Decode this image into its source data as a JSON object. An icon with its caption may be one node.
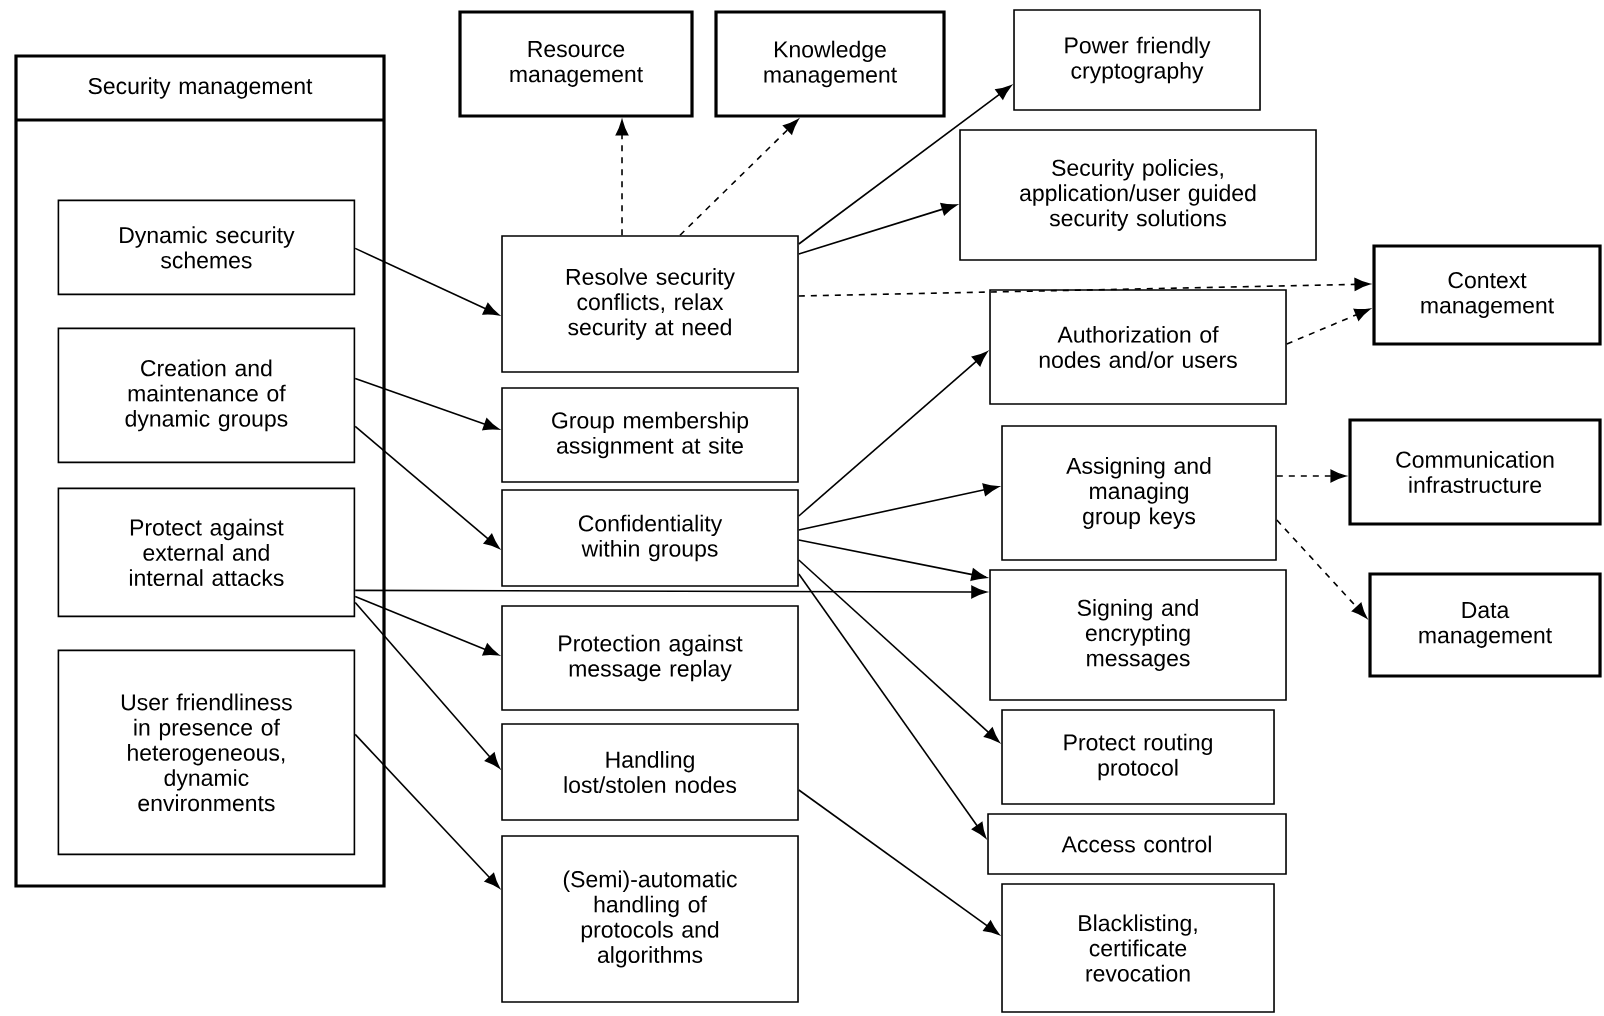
{
  "diagram": {
    "nodes": [
      {
        "text": [
          "Security management"
        ]
      },
      {
        "text": [
          "Dynamic security schemes"
        ],
        "in": 0
      },
      {
        "text": [
          "Creation and maintenance of dynamic groups"
        ],
        "in": 0
      },
      {
        "text": [
          "Protect against external and internal attacks"
        ],
        "in": 0
      },
      {
        "text": [
          "User friendliness in presence of heterogeneous, dynamic environments"
        ],
        "in": 0
      },
      {
        "text": [
          "Resolve security conflicts, relax security at need"
        ]
      },
      {
        "text": [
          "Group membership assignment at site"
        ]
      },
      {
        "text": [
          "Confidentiality within groups"
        ]
      },
      {
        "text": [
          "Protection against message replay"
        ]
      },
      {
        "text": [
          "Handling lost/stolen nodes"
        ]
      },
      {
        "text": [
          "(Semi)-automatic handling of protocols and algorithms"
        ]
      },
      {
        "text": [
          "Resource management"
        ]
      },
      {
        "text": [
          "Knowledge management"
        ]
      },
      {
        "text": [
          "Power friendly cryptography"
        ]
      },
      {
        "text": [
          "Security policies, application/user guided security solutions"
        ]
      },
      {
        "text": [
          "Authorization of nodes and/or users"
        ]
      },
      {
        "text": [
          "Assigning and managing group keys"
        ]
      },
      {
        "text": [
          "Signing and encrypting messages"
        ]
      },
      {
        "text": [
          "Protect routing protocol"
        ]
      },
      {
        "text": [
          "Access control"
        ]
      },
      {
        "text": [
          "Blacklisting, certificate revocation"
        ]
      },
      {
        "text": [
          "Context management"
        ]
      },
      {
        "text": [
          "Communication infrastructure"
        ]
      },
      {
        "text": [
          "Data management"
        ]
      }
    ],
    "edges": [
      {
        "from": 1,
        "to": 5,
        "arrow": "to"
      },
      {
        "from": 2,
        "to": 6,
        "arrow": "to"
      },
      {
        "from": 2,
        "to": 7,
        "arrow": "to"
      },
      {
        "from": 3,
        "to": 8,
        "arrow": "to"
      },
      {
        "from": 3,
        "to": 9,
        "arrow": "to"
      },
      {
        "from": 3,
        "to": 17,
        "arrow": "to"
      },
      {
        "from": 4,
        "to": 10,
        "arrow": "to"
      },
      {
        "from": 5,
        "to": 11,
        "arrow": "to",
        "style": "dashed"
      },
      {
        "from": 5,
        "to": 12,
        "arrow": "to",
        "style": "dashed"
      },
      {
        "from": 5,
        "to": 13,
        "arrow": "to"
      },
      {
        "from": 5,
        "to": 14,
        "arrow": "to"
      },
      {
        "from": 5,
        "to": 21,
        "arrow": "to",
        "style": "dashed"
      },
      {
        "from": 7,
        "to": 15,
        "arrow": "to"
      },
      {
        "from": 7,
        "to": 16,
        "arrow": "to"
      },
      {
        "from": 7,
        "to": 17,
        "arrow": "to"
      },
      {
        "from": 7,
        "to": 18,
        "arrow": "to"
      },
      {
        "from": 7,
        "to": 19,
        "arrow": "to"
      },
      {
        "from": 9,
        "to": 20,
        "arrow": "to"
      },
      {
        "from": 15,
        "to": 21,
        "arrow": "to",
        "style": "dashed"
      },
      {
        "from": 16,
        "to": 22,
        "arrow": "to",
        "style": "dashed"
      },
      {
        "from": 16,
        "to": 23,
        "arrow": "to",
        "style": "dashed"
      }
    ]
  }
}
